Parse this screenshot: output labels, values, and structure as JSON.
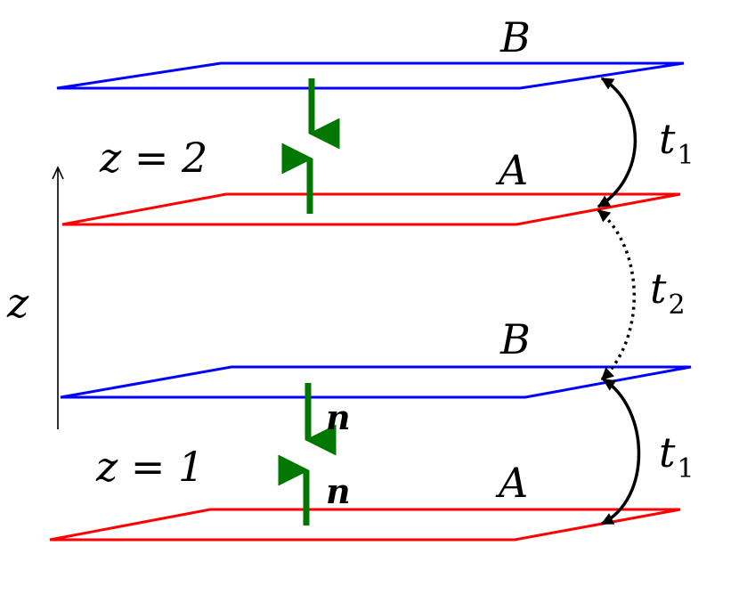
{
  "colors": {
    "layer_b": "#0000ff",
    "layer_a": "#ff0000",
    "spin_arrow": "#007700",
    "hopping": "#000000"
  },
  "layers": [
    {
      "label": "B",
      "group": "z = 2"
    },
    {
      "label": "A",
      "group": "z = 2"
    },
    {
      "label": "B",
      "group": "z = 1"
    },
    {
      "label": "A",
      "group": "z = 1"
    }
  ],
  "z_labels": {
    "upper": "z = 2",
    "lower": "z = 1",
    "axis": "z"
  },
  "hopping": {
    "upper": {
      "main": "t",
      "sub": "1",
      "style": "solid"
    },
    "middle": {
      "main": "t",
      "sub": "2",
      "style": "dotted"
    },
    "lower": {
      "main": "t",
      "sub": "1",
      "style": "solid"
    }
  },
  "vector_label": "n"
}
